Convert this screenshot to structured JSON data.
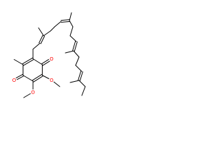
{
  "molecule": {
    "atoms": [
      {
        "id": "O1",
        "symbol": "O"
      },
      {
        "id": "O2",
        "symbol": "O"
      },
      {
        "id": "O3",
        "symbol": "O"
      },
      {
        "id": "O4",
        "symbol": "O"
      }
    ],
    "colors": {
      "bond": "#000000",
      "oxygen": "#ff0000",
      "background": "#ffffff"
    }
  }
}
